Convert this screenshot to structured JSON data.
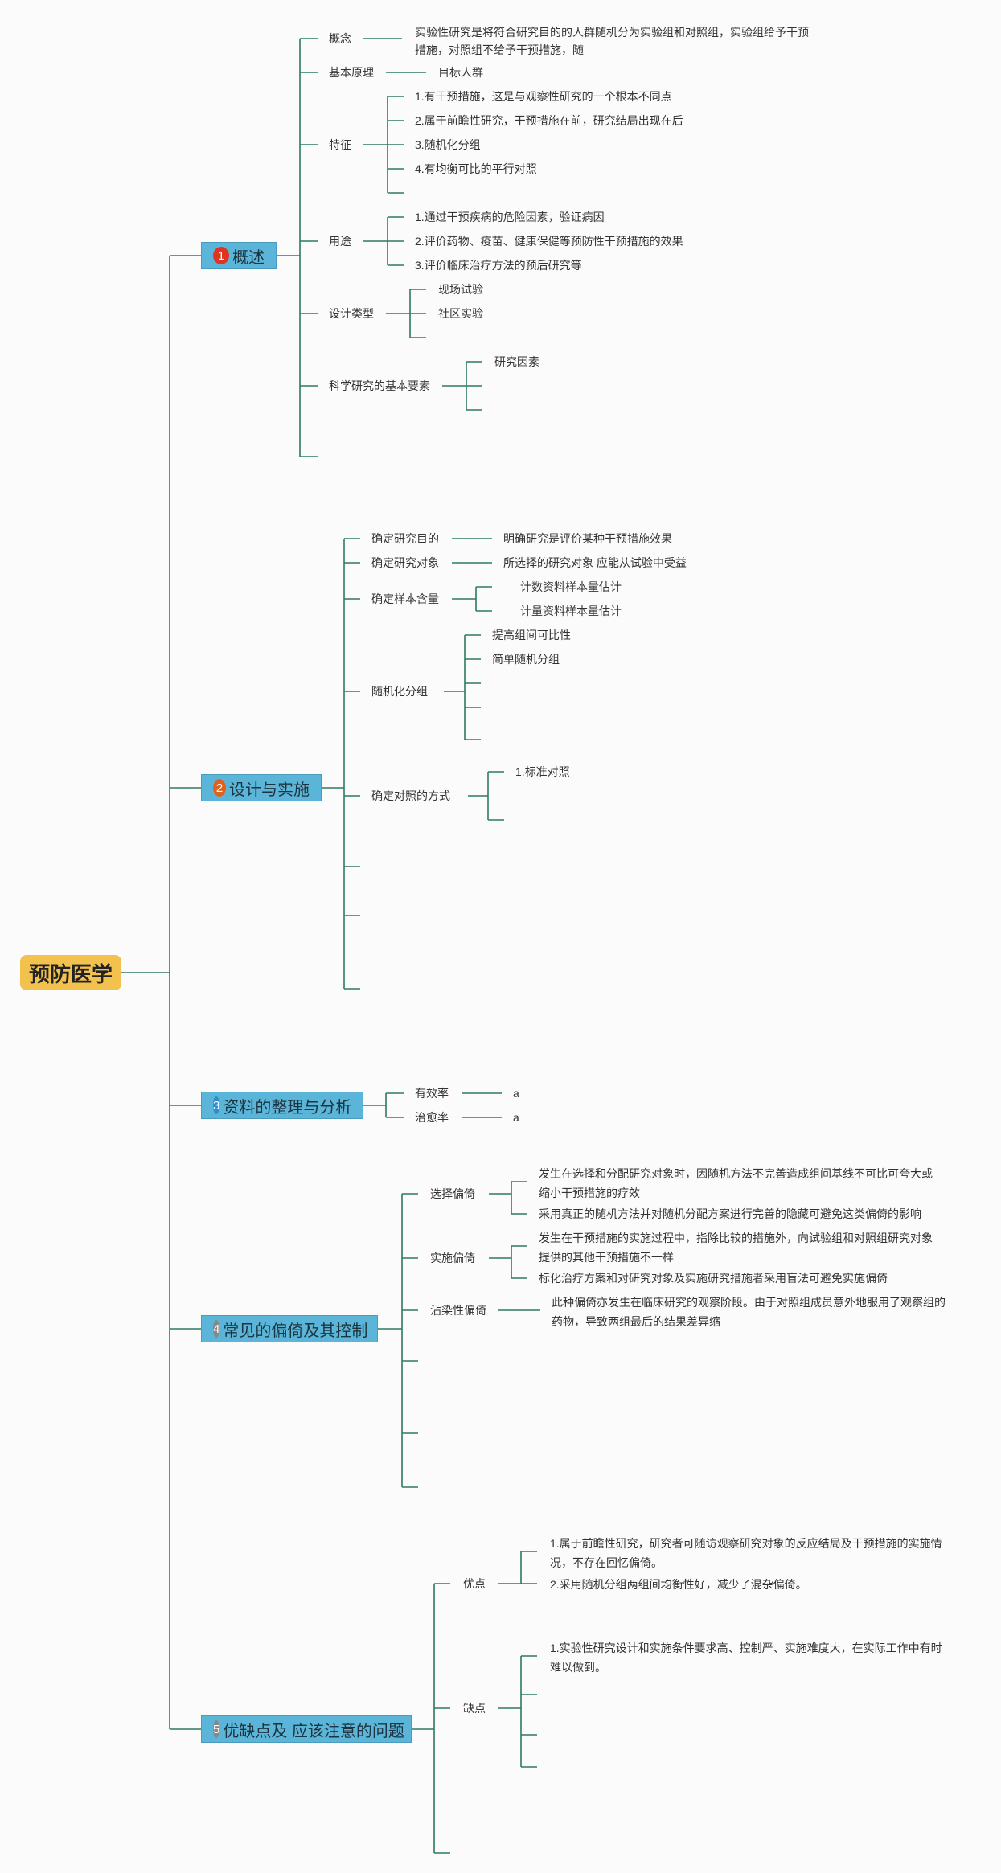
{
  "root": "预防医学",
  "sections": [
    {
      "num": "1",
      "label": "概述",
      "color": "#e0341e"
    },
    {
      "num": "2",
      "label": "设计与实施",
      "color": "#e0601e"
    },
    {
      "num": "3",
      "label": "资料的整理与分析",
      "color": "#2a8fd0"
    },
    {
      "num": "4",
      "label": "常见的偏倚及其控制",
      "color": "#888888"
    },
    {
      "num": "5",
      "label": "优缺点及 应该注意的问题",
      "color": "#888888"
    }
  ],
  "s1": {
    "concept": "概念",
    "concept_text": "实验性研究是将符合研究目的的人群随机分为实验组和对照组，实验组给予干预措施，对照组不给予干预措施，随",
    "principle": "基本原理",
    "principle_text": "目标人群",
    "feature": "特征",
    "features": [
      "1.有干预措施，这是与观察性研究的一个根本不同点",
      "2.属于前瞻性研究，干预措施在前，研究结局出现在后",
      "3.随机化分组",
      "4.有均衡可比的平行对照"
    ],
    "use": "用途",
    "uses": [
      "1.通过干预疾病的危险因素，验证病因",
      "2.评价药物、疫苗、健康保健等预防性干预措施的效果",
      "3.评价临床治疗方法的预后研究等"
    ],
    "design": "设计类型",
    "designs": [
      "现场试验",
      "社区实验"
    ],
    "elements": "科学研究的基本要素",
    "elements_text": "研究因素"
  },
  "s2": {
    "goal": "确定研究目的",
    "goal_text": "明确研究是评价某种干预措施效果",
    "subject": "确定研究对象",
    "subject_text": "所选择的研究对象 应能从试验中受益",
    "size": "确定样本含量",
    "sizes": [
      "计数资料样本量估计",
      "计量资料样本量估计"
    ],
    "random": "随机化分组",
    "randoms": [
      "提高组间可比性",
      "简单随机分组"
    ],
    "control": "确定对照的方式",
    "control_text": "1.标准对照"
  },
  "s3": {
    "eff": "有效率",
    "eff_val": "a",
    "cure": "治愈率",
    "cure_val": "a"
  },
  "s4": {
    "sel": "选择偏倚",
    "sel_1": "发生在选择和分配研究对象时，因随机方法不完善造成组间基线不可比可夸大或缩小干预措施的疗效",
    "sel_2": "采用真正的随机方法并对随机分配方案进行完善的隐藏可避免这类偏倚的影响",
    "imp": "实施偏倚",
    "imp_1": "发生在干预措施的实施过程中，指除比较的措施外，向试验组和对照组研究对象提供的其他干预措施不一样",
    "imp_2": "标化治疗方案和对研究对象及实施研究措施者采用盲法可避免实施偏倚",
    "con": "沾染性偏倚",
    "con_1": "此种偏倚亦发生在临床研究的观察阶段。由于对照组成员意外地服用了观察组的药物，导致两组最后的结果差异缩"
  },
  "s5": {
    "pro": "优点",
    "pro_1": "1.属于前瞻性研究，研究者可随访观察研究对象的反应结局及干预措施的实施情况，不存在回忆偏倚。",
    "pro_2": "2.采用随机分组两组间均衡性好，减少了混杂偏倚。",
    "con": "缺点",
    "con_1": "1.实验性研究设计和实施条件要求高、控制严、实施难度大，在实际工作中有时难以做到。"
  },
  "colors": {
    "line": "#2e7b62",
    "root_bg": "#f2c14e",
    "section_bg": "#5bb5d8"
  }
}
